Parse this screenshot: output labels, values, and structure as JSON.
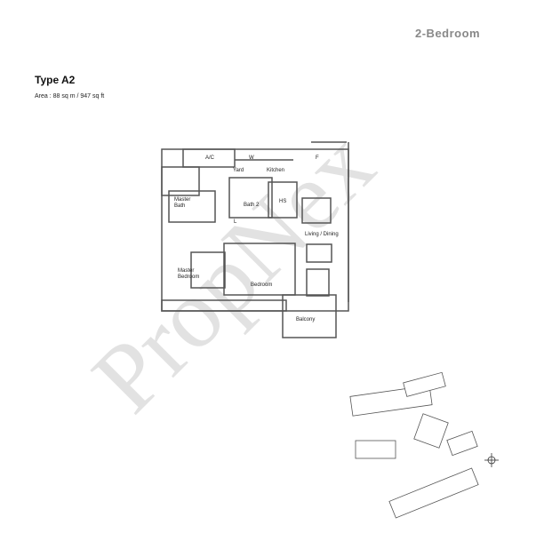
{
  "header": {
    "category": "2-Bedroom"
  },
  "unit": {
    "type": "Type A2",
    "area": "Area : 88 sq m / 947 sq ft"
  },
  "rooms": {
    "ac": "A/C",
    "w": "W",
    "f": "F",
    "yard": "Yard",
    "kitchen": "Kitchen",
    "master_bath_1": "Master",
    "master_bath_2": "Bath",
    "bath2": "Bath 2",
    "hs": "HS",
    "l": "L",
    "living": "Living / Dining",
    "master_bed_1": "Master",
    "master_bed_2": "Bedroom",
    "bedroom2": "Bedroom",
    "balcony": "Balcony"
  },
  "watermark": "PropNex",
  "colors": {
    "line": "#555555",
    "watermark": "#cfcfcf"
  }
}
